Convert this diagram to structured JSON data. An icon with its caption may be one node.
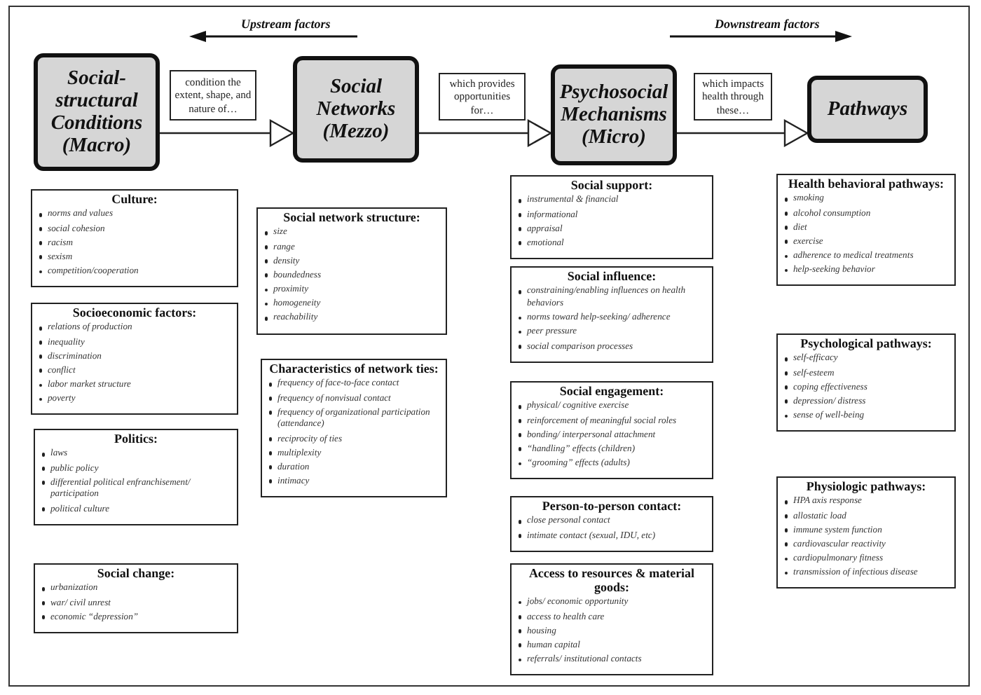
{
  "diagram": {
    "nodes": [
      {
        "text": [
          "Social-structural Conditions (Macro)"
        ]
      },
      {
        "text": [
          "Social Networks (Mezzo)"
        ]
      },
      {
        "text": [
          "Psychosocial Mechanisms (Micro)"
        ]
      },
      {
        "text": [
          "Pathways"
        ]
      },
      {
        "text": [
          "Culture:",
          "norms and values",
          "social cohesion",
          "racism",
          "sexism",
          "competition/cooperation"
        ]
      },
      {
        "text": [
          "Socioeconomic factors:",
          "relations of production",
          "inequality",
          "discrimination",
          "conflict",
          "labor market structure",
          "poverty"
        ]
      },
      {
        "text": [
          "Politics:",
          "laws",
          "public policy",
          "differential political enfranchisement/ participation",
          "political culture"
        ]
      },
      {
        "text": [
          "Social change:",
          "urbanization",
          "war/ civil unrest",
          "economic “depression”"
        ]
      },
      {
        "text": [
          "Social network structure:",
          "size",
          "range",
          "density",
          "boundedness",
          "proximity",
          "homogeneity",
          "reachability"
        ]
      },
      {
        "text": [
          "Characteristics of network ties:",
          "frequency of face-to-face contact",
          "frequency of nonvisual contact",
          "frequency of organizational participation (attendance)",
          "reciprocity of ties",
          "multiplexity",
          "duration",
          "intimacy"
        ]
      },
      {
        "text": [
          "Social support:",
          "instrumental & financial",
          "informational",
          "appraisal",
          "emotional"
        ]
      },
      {
        "text": [
          "Social influence:",
          "constraining/enabling influences on health behaviors",
          "norms toward help-seeking/ adherence",
          "peer pressure",
          "social comparison processes"
        ]
      },
      {
        "text": [
          "Social engagement:",
          "physical/ cognitive exercise",
          "reinforcement of meaningful social roles",
          "bonding/ interpersonal attachment",
          "“handling” effects (children)",
          "“grooming” effects (adults)"
        ]
      },
      {
        "text": [
          "Person-to-person contact:",
          "close personal contact",
          "intimate contact (sexual, IDU, etc)"
        ]
      },
      {
        "text": [
          "Access to resources & material goods:",
          "jobs/ economic opportunity",
          "access to health care",
          "housing",
          "human capital",
          "referrals/ institutional contacts"
        ]
      },
      {
        "text": [
          "Health behavioral pathways:",
          "smoking",
          "alcohol consumption",
          "diet",
          "exercise",
          "adherence to medical treatments",
          "help-seeking behavior"
        ]
      },
      {
        "text": [
          "Psychological pathways:",
          "self-efficacy",
          "self-esteem",
          "coping effectiveness",
          "depression/ distress",
          "sense of well-being"
        ]
      },
      {
        "text": [
          "Physiologic pathways:",
          "HPA axis response",
          "allostatic load",
          "immune system function",
          "cardiovascular reactivity",
          "cardiopulmonary fitness",
          "transmission of infectious disease"
        ]
      }
    ],
    "edges": [
      {
        "from": 0,
        "to": 1,
        "arrow": "to",
        "label": "condition the extent, shape, and nature of…"
      },
      {
        "from": 1,
        "to": 2,
        "arrow": "to",
        "label": "which provides opportunities for…"
      },
      {
        "from": 2,
        "to": 3,
        "arrow": "to",
        "label": "which impacts health through these…"
      }
    ],
    "labels": [
      "Upstream factors",
      "Downstream factors"
    ]
  }
}
